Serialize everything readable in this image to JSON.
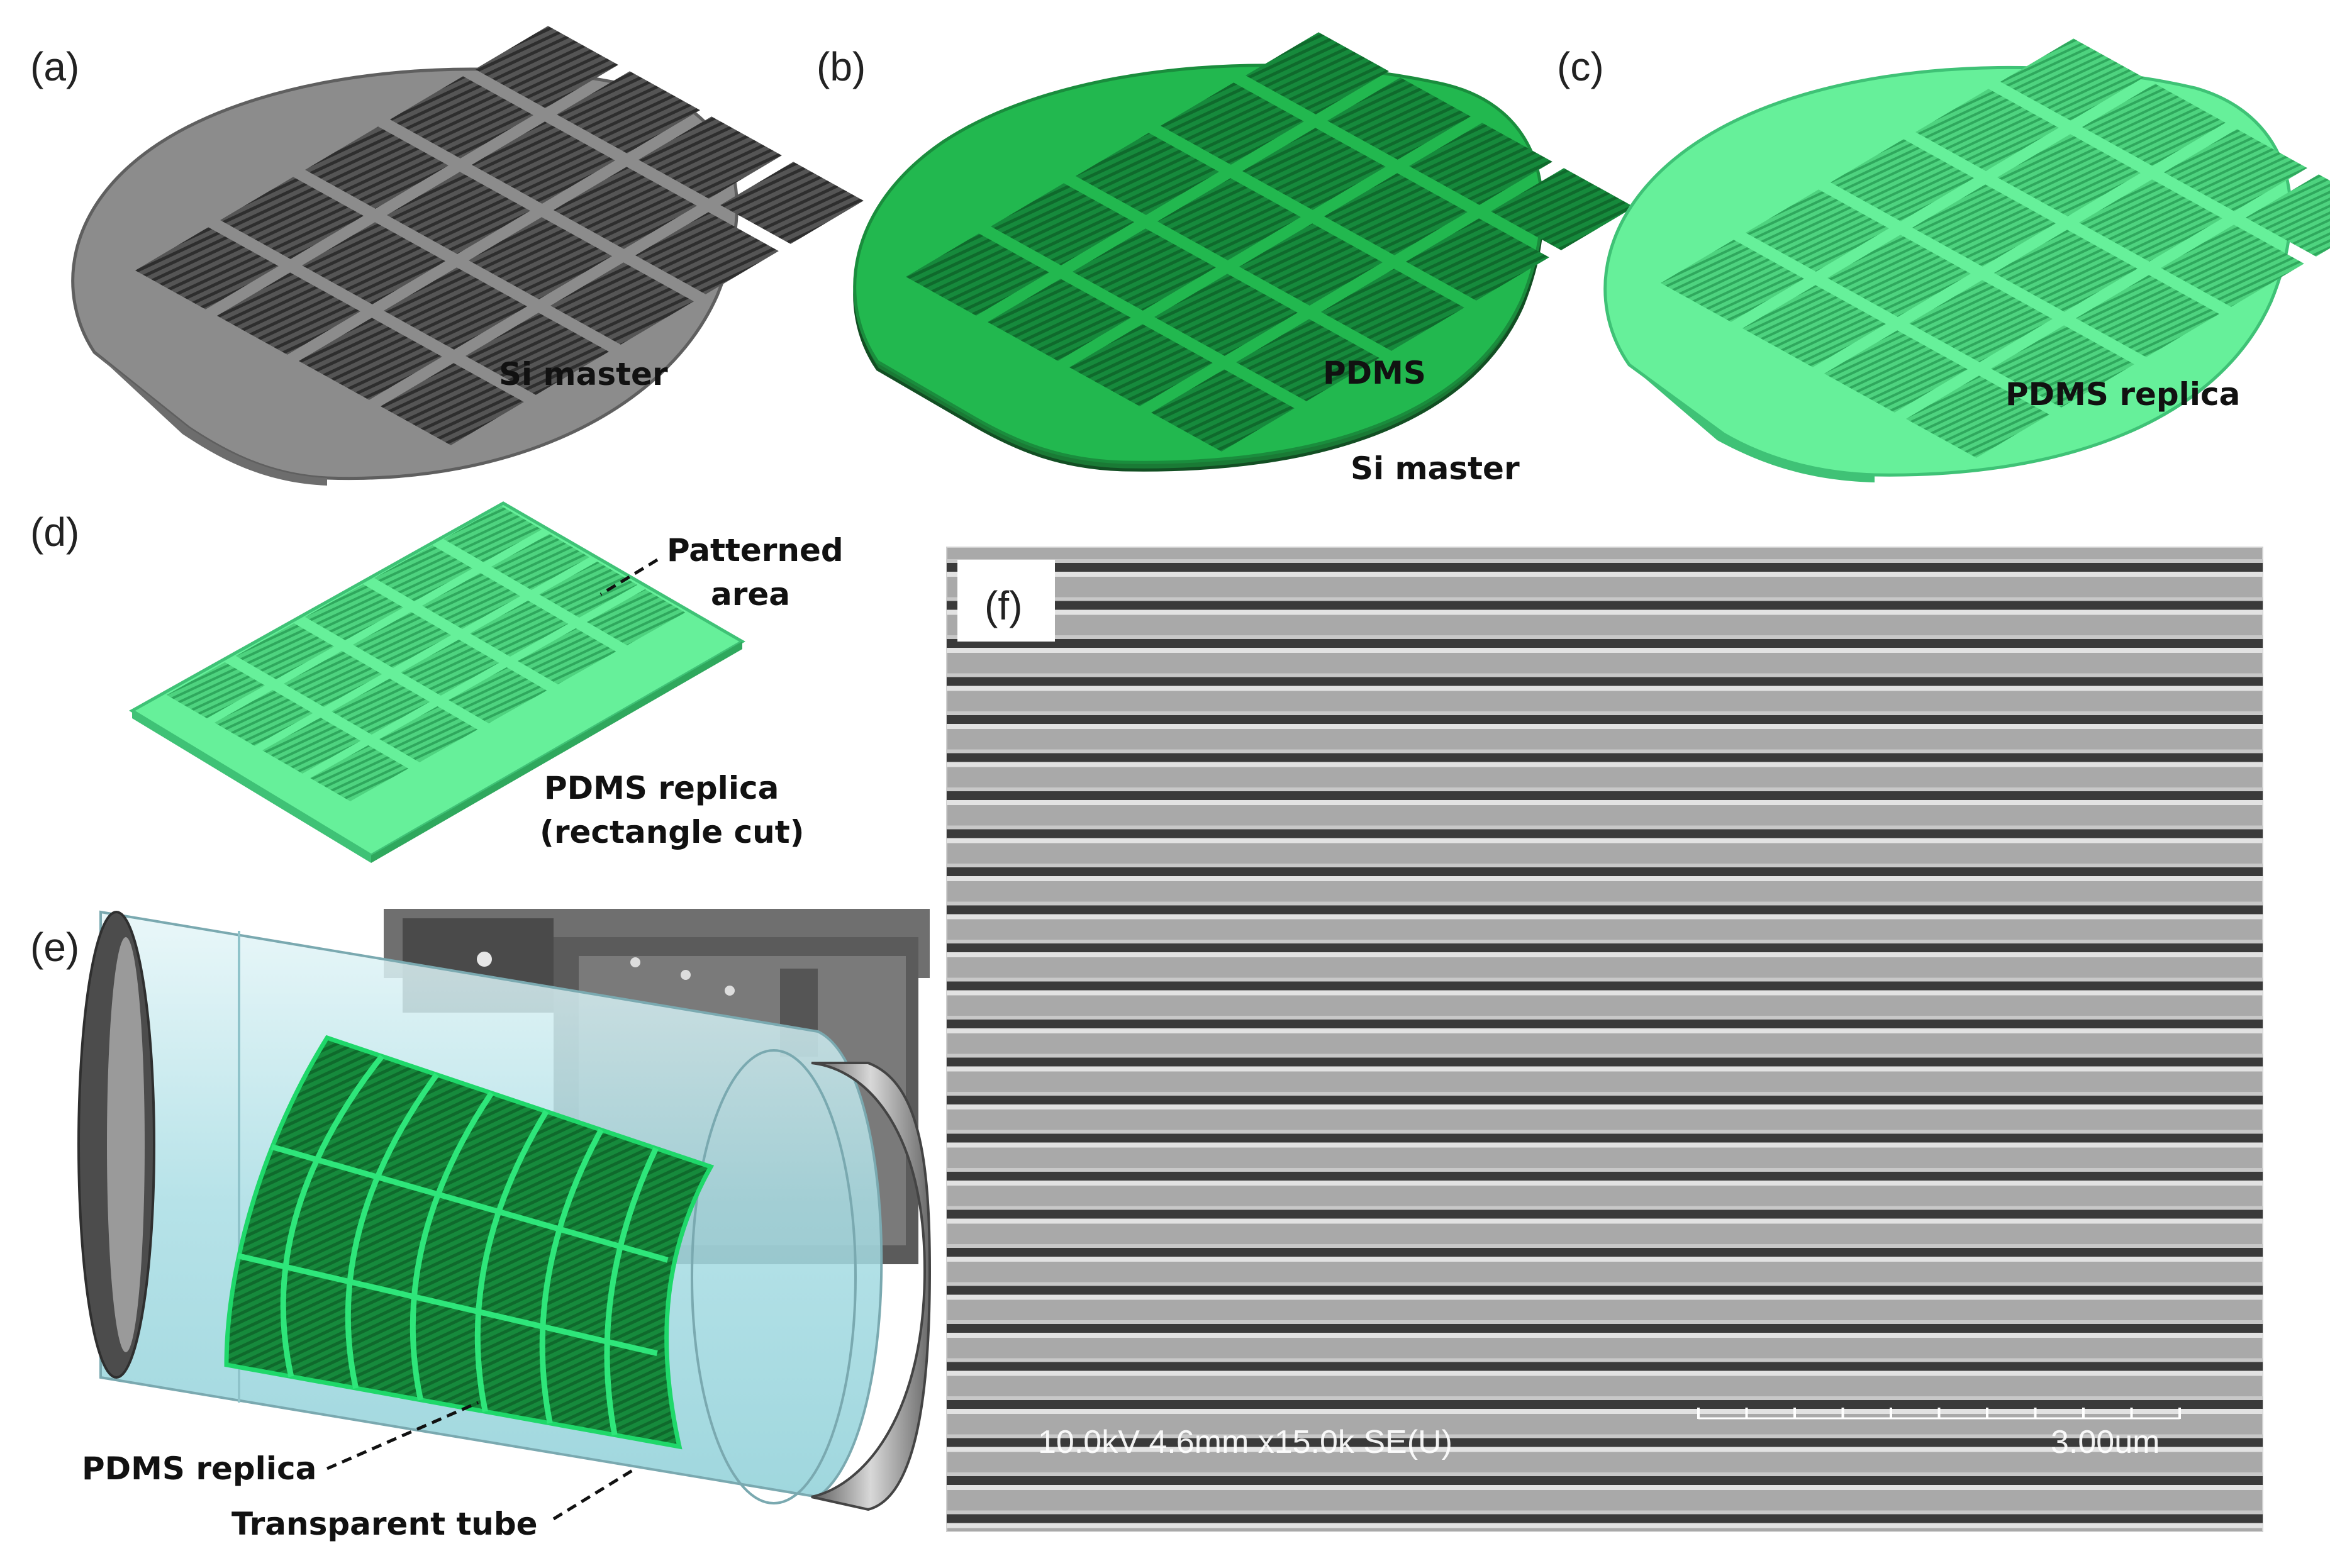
{
  "panels": {
    "a": {
      "label": "(a)",
      "caption": "Si master"
    },
    "b": {
      "label": "(b)",
      "caption_top": "PDMS",
      "caption_bottom": "Si master"
    },
    "c": {
      "label": "(c)",
      "caption": "PDMS replica"
    },
    "d": {
      "label": "(d)",
      "callout_line1": "Patterned",
      "callout_line2": "area",
      "caption_line1": "PDMS replica",
      "caption_line2": "(rectangle cut)"
    },
    "e": {
      "label": "(e)",
      "callout_replica": "PDMS replica",
      "callout_tube": "Transparent tube"
    },
    "f": {
      "label": "(f)",
      "sem_info": "10.0kV 4.6mm x15.0k SE(U)",
      "scale_bar": "3.00um"
    }
  },
  "colors": {
    "si_master": "#8c8c8c",
    "pdms_film": "#22b84f",
    "pdms_replica": "#66f09a",
    "pattern_dark": "#3f3f3f",
    "pattern_green": "#1f9c48",
    "tube": "#bfe6ea",
    "sem_background": "#a9a9a9"
  },
  "icons": {
    "wafer": "wafer-disc-icon",
    "tube": "transparent-tube-icon",
    "sem": "sem-micrograph-image"
  }
}
